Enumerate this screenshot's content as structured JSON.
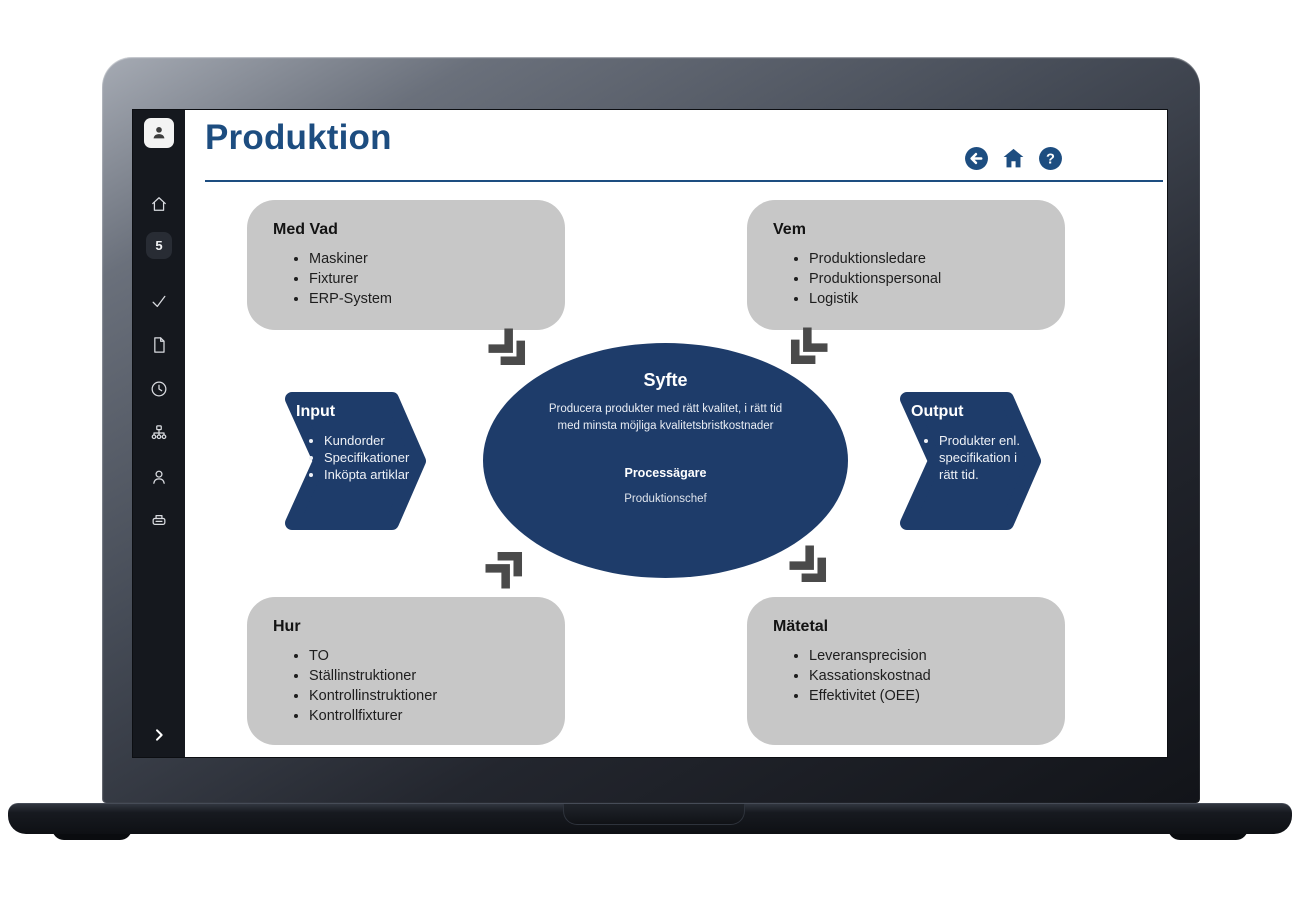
{
  "header": {
    "title": "Produktion",
    "nav_icons": [
      "back-circle",
      "home-house",
      "help-circle"
    ]
  },
  "sidebar": {
    "badge_count": "5",
    "icon_names": [
      "user-avatar",
      "home",
      "notification-badge",
      "check",
      "document",
      "clock",
      "org-chart",
      "person",
      "printer",
      "expand-chevron"
    ]
  },
  "boxes": {
    "med_vad": {
      "title": "Med Vad",
      "items": [
        "Maskiner",
        "Fixturer",
        "ERP-System"
      ]
    },
    "vem": {
      "title": "Vem",
      "items": [
        "Produktionsledare",
        "Produktionspersonal",
        "Logistik"
      ]
    },
    "hur": {
      "title": "Hur",
      "items": [
        "TO",
        "Ställinstruktioner",
        "Kontrollinstruktioner",
        "Kontrollfixturer"
      ]
    },
    "matetal": {
      "title": "Mätetal",
      "items": [
        "Leveransprecision",
        "Kassationskostnad",
        "Effektivitet (OEE)"
      ]
    }
  },
  "input": {
    "title": "Input",
    "items": [
      "Kundorder",
      "Specifikationer",
      "Inköpta artiklar"
    ]
  },
  "output": {
    "title": "Output",
    "items": [
      "Produkter enl. specifikation i rätt tid."
    ]
  },
  "purpose": {
    "title": "Syfte",
    "description": "Producera produkter med rätt kvalitet, i rätt tid med minsta möjliga kvalitetsbristkostnader",
    "owner_label": "Processägare",
    "owner_name": "Produktionschef"
  },
  "colors": {
    "accent_blue": "#1D4D80",
    "navy": "#1E3C6A",
    "box_grey": "#C7C7C7",
    "sidebar_bg": "#15181E",
    "arrow_grey": "#4A4A4A"
  }
}
